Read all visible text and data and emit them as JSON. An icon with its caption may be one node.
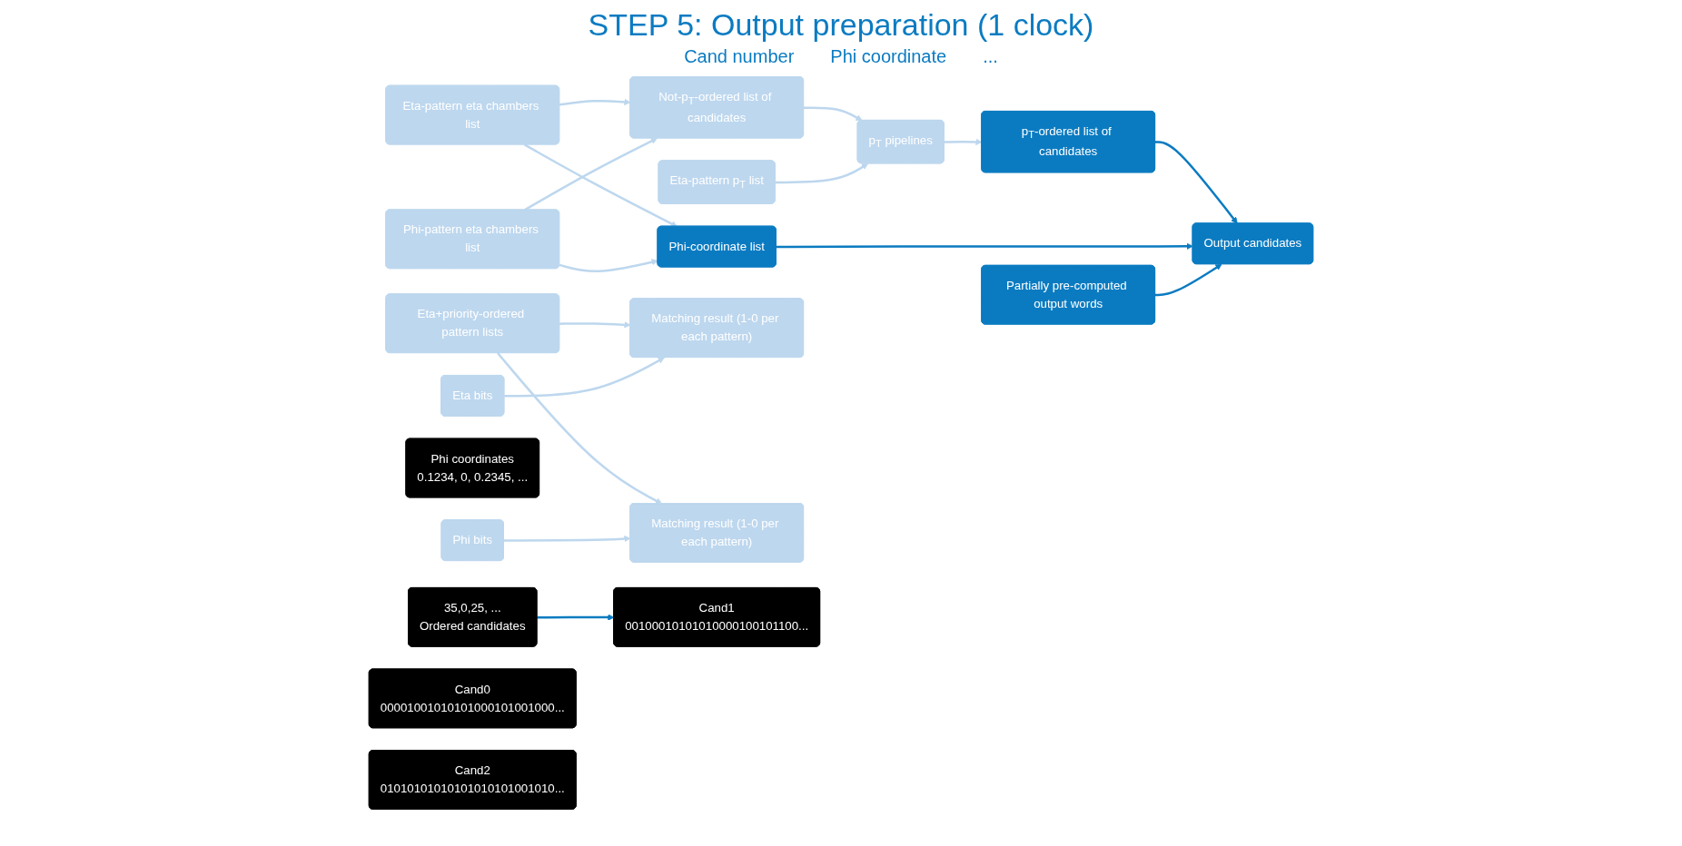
{
  "diagram": {
    "title": "STEP 5: Output preparation (1 clock)",
    "nodes": [
      {
        "text": [
          "Eta+priority-ordered pattern lists"
        ]
      },
      {
        "text": [
          "Matching result (1-0 per each pattern)"
        ]
      },
      {
        "text": [
          "Eta bits"
        ]
      },
      {
        "text": [
          "Phi coordinates",
          "0.1234, 0, 0.2345, ..."
        ]
      },
      {
        "text": [
          "Phi bits"
        ]
      },
      {
        "text": [
          "Matching result (1-0 per each pattern)"
        ]
      },
      {
        "text": [
          "35,0,25, ...",
          "Ordered candidates"
        ]
      },
      {
        "text": [
          "Cand0",
          "00001001010101000101001000..."
        ]
      },
      {
        "text": [
          "Cand1",
          "00100010101010000100101100..."
        ]
      },
      {
        "text": [
          "Cand2",
          "01010101010101010101001010..."
        ]
      },
      {
        "text": [
          "Eta-pattern eta chambers list"
        ]
      },
      {
        "text": [
          "Phi-pattern eta chambers list"
        ]
      },
      {
        "text": [
          "p$_{T}$-ordered list of candidates"
        ]
      },
      {
        "text": [
          "p$_{T}$ pipelines"
        ]
      },
      {
        "text": [
          "Not-p$_{T}$-ordered list of candidates"
        ]
      },
      {
        "text": [
          "Phi-coordinate list"
        ]
      },
      {
        "text": [
          "Eta-pattern p$_{T}$ list"
        ]
      },
      {
        "text": [
          "Partially pre-computed output words"
        ]
      },
      {
        "text": [
          "Output candidates"
        ]
      }
    ],
    "edges": [
      {
        "from": 0,
        "to": 1,
        "arrow": "to"
      },
      {
        "from": 0,
        "to": 5,
        "arrow": "to"
      },
      {
        "from": 2,
        "to": 1,
        "arrow": "to"
      },
      {
        "from": 4,
        "to": 5,
        "arrow": "to"
      },
      {
        "from": 6,
        "to": 8,
        "arrow": "to",
        "color": "#0b7bc1"
      },
      {
        "from": 10,
        "to": 14,
        "arrow": "to"
      },
      {
        "from": 10,
        "to": 15,
        "arrow": "to"
      },
      {
        "from": 11,
        "to": 14,
        "arrow": "to"
      },
      {
        "from": 11,
        "to": 15,
        "arrow": "to"
      },
      {
        "from": 14,
        "to": 13,
        "arrow": "to"
      },
      {
        "from": 16,
        "to": 13,
        "arrow": "to"
      },
      {
        "from": 13,
        "to": 12,
        "arrow": "to"
      },
      {
        "from": 12,
        "to": 18,
        "arrow": "to",
        "color": "#0b7bc1"
      },
      {
        "from": 15,
        "to": 18,
        "arrow": "to",
        "color": "#0b7bc1"
      },
      {
        "from": 17,
        "to": 18,
        "arrow": "to",
        "color": "#0b7bc1"
      }
    ],
    "labels": [
      "Cand number",
      "Phi coordinate",
      "..."
    ]
  }
}
